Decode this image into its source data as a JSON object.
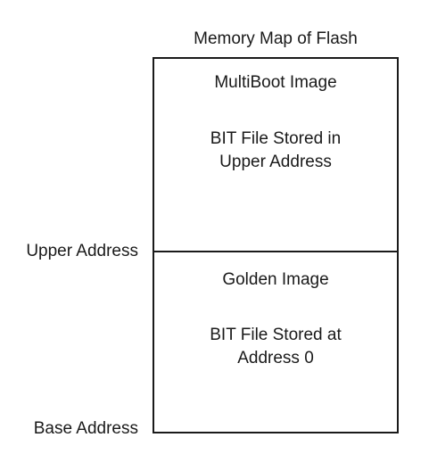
{
  "diagram": {
    "title": "Memory Map of Flash",
    "regions": [
      {
        "name": "MultiBoot Image",
        "description_lines": [
          "BIT File Stored in",
          "Upper Address"
        ]
      },
      {
        "name": "Golden Image",
        "description_lines": [
          "BIT File Stored at",
          "Address 0"
        ]
      }
    ],
    "address_labels": {
      "upper": "Upper Address",
      "base": "Base Address"
    }
  }
}
